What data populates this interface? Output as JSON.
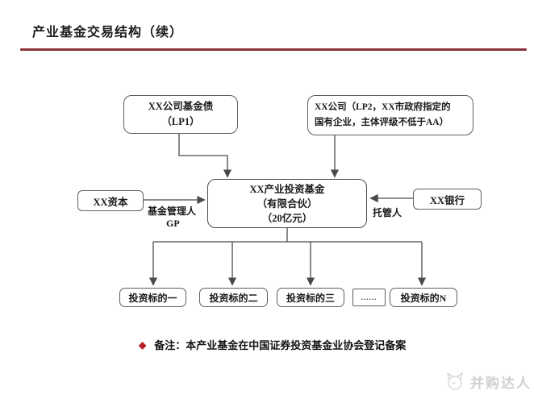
{
  "page": {
    "title": "产业基金交易结构（续）",
    "accent_color": "#8a333a"
  },
  "diagram": {
    "lp1": {
      "line1": "XX公司基金债",
      "line2": "（LP1）"
    },
    "lp2": {
      "line1": "XX公司（LP2，XX市政府指定的",
      "line2": "国有企业，主体评级不低于AA）"
    },
    "fund": {
      "line1": "XX产业投资基金",
      "line2": "（有限合伙）",
      "line3": "（20亿元）"
    },
    "capital": {
      "label": "XX资本",
      "role_line1": "基金管理人",
      "role_line2": "GP"
    },
    "bank": {
      "label": "XX银行",
      "role": "托管人"
    },
    "targets": {
      "t1": "投资标的一",
      "t2": "投资标的二",
      "t3": "投资标的三",
      "ellipsis": "......",
      "tn": "投资标的N"
    }
  },
  "note": {
    "bullet": "◆",
    "bullet_color": "#b42026",
    "text": "备注：本产业基金在中国证券投资基金业协会登记备案"
  },
  "watermark": {
    "text": "并购达人"
  }
}
